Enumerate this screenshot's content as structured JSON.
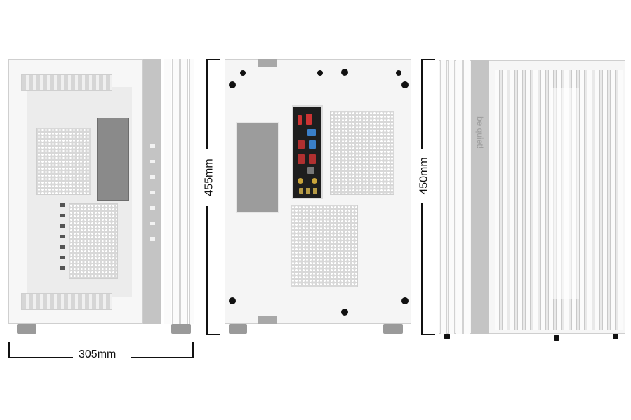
{
  "figure": {
    "subject": "PC case dimension drawing",
    "brand_label": "be quiet!",
    "views": [
      {
        "name": "side-glass-view",
        "dimension_label": "305mm",
        "dimension_axis": "width"
      },
      {
        "name": "rear-view",
        "dimension_label": "455mm",
        "dimension_axis": "height"
      },
      {
        "name": "front-view",
        "dimension_label": "450mm",
        "dimension_axis": "height"
      }
    ]
  },
  "colors": {
    "background": "#ffffff",
    "case_body": "#f3f3f3",
    "accent_strip": "#c4c4c4",
    "io_shield": "#1e1e1e",
    "dimension_lines": "#111111"
  }
}
